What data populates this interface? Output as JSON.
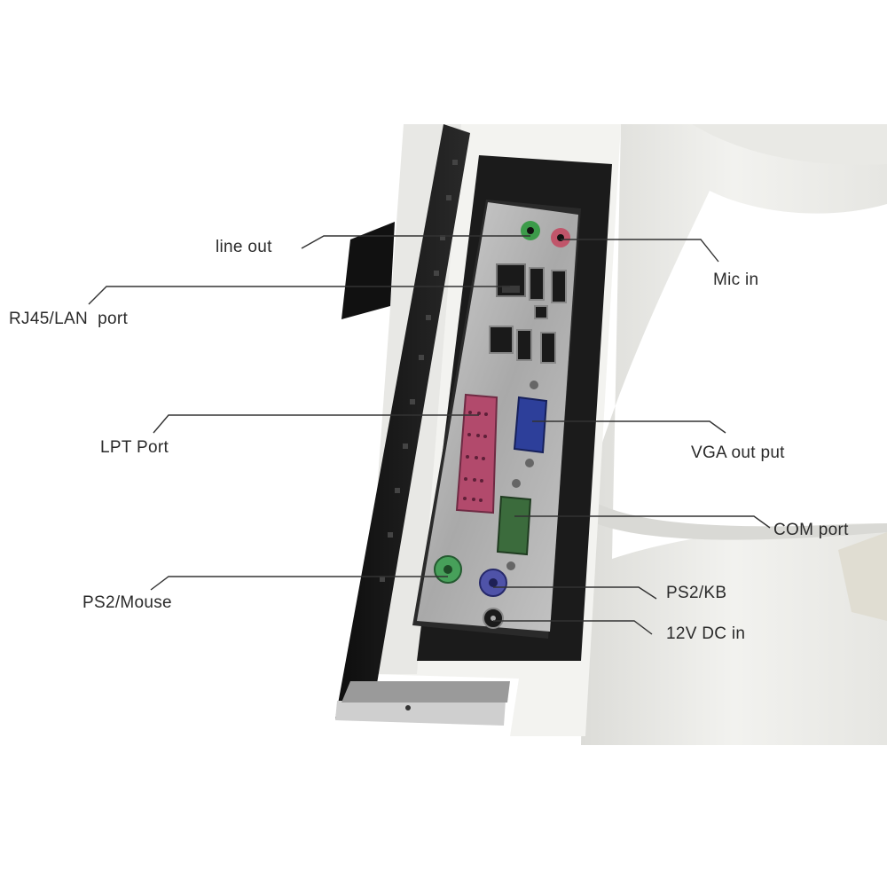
{
  "labels": {
    "line_out": "line out",
    "rj45": "RJ45/LAN  port",
    "lpt": "LPT Port",
    "ps2_mouse": "PS2/Mouse",
    "mic_in": "Mic in",
    "vga": "VGA out put",
    "com": "COM port",
    "ps2_kb": "PS2/KB",
    "dc_in": "12V DC in"
  },
  "colors": {
    "casing": "#efefec",
    "panel": "#1c1c1c",
    "port_plate": "#b9b9b9",
    "audio_green": "#3c9b4a",
    "audio_pink": "#c0556a",
    "vga_blue": "#2d3f9a",
    "com_green": "#3b6b3c",
    "lpt_pink": "#b24a6c",
    "ps2_green": "#47a05a",
    "ps2_purple": "#4f53a8",
    "leader_line": "#333333"
  }
}
